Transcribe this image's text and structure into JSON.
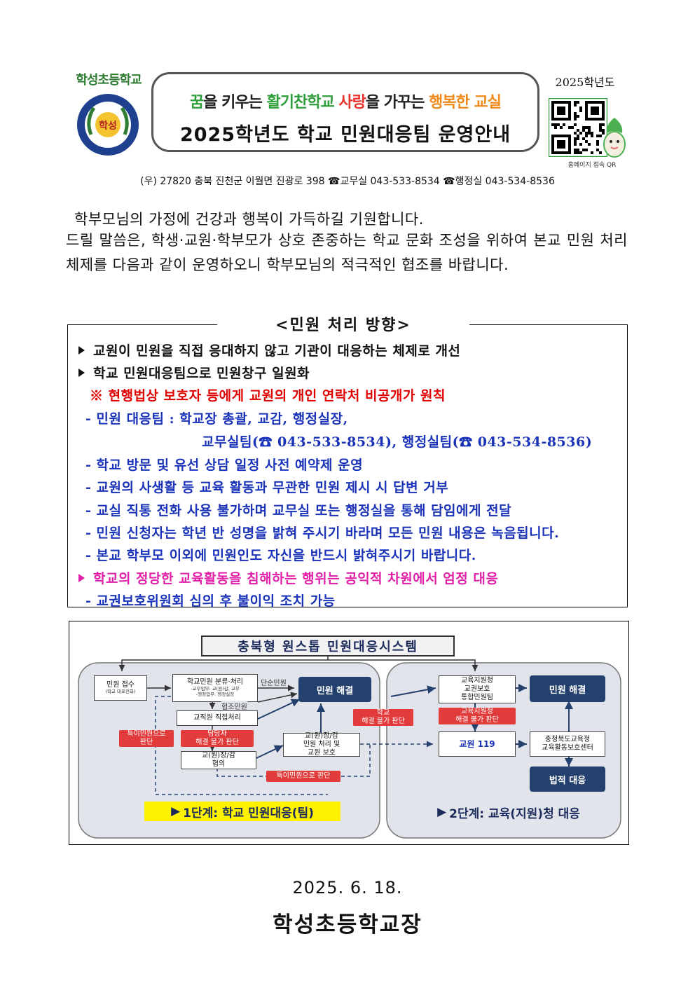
{
  "header": {
    "school_name": "학성초등학교",
    "emblem_center": "학성",
    "slogan": [
      {
        "text": "꿈",
        "color": "#2e9e3a"
      },
      {
        "text": "을 키우는 ",
        "color": "#222222"
      },
      {
        "text": "활기찬학교 ",
        "color": "#2e9e3a"
      },
      {
        "text": "사랑",
        "color": "#e8332a"
      },
      {
        "text": "을 가꾸는 ",
        "color": "#222222"
      },
      {
        "text": "행복한 교실",
        "color": "#f08a1c"
      }
    ],
    "title": "2025학년도 학교 민원대응팀 운영안내",
    "year_label": "2025학년도",
    "qr_caption": "홈페이지 접속 QR",
    "address": "(우) 27820 충북 진천군 이월면 진광로 398 ☎교무실 043-533-8534 ☎행정실 043-534-8536"
  },
  "intro": {
    "line1": "학부모님의 가정에 건강과 행복이 가득하길 기원합니다.",
    "rest": "드릴 말씀은, 학생·교원·학부모가 상호 존중하는 학교 문화 조성을 위하여 본교 민원 처리 체제를 다음과 같이 운영하오니 학부모님의 적극적인 협조를 바랍니다."
  },
  "policy": {
    "heading": "<민원 처리 방향>",
    "lines": [
      {
        "text": "교원이 민원을 직접 응대하지 않고 기관이 대응하는 체제로 개선",
        "color": "black",
        "bullet": true
      },
      {
        "text": "학교 민원대응팀으로 민원창구 일원화",
        "color": "black",
        "bullet": true
      },
      {
        "text": "※ 현행법상 보호자 등에게 교원의 개인 연락처 비공개가 원칙",
        "color": "red",
        "bullet": false
      },
      {
        "text": "- 민원 대응팀 : 학교장 총괄, 교감, 행정실장,",
        "color": "blue",
        "bullet": false
      },
      {
        "text": "교무실팀(☎ 043-533-8534), 행정실팀(☎ 043-534-8536)",
        "color": "blue",
        "bullet": false
      },
      {
        "text": "- 학교 방문 및 유선 상담 일정 사전 예약제 운영",
        "color": "blue",
        "bullet": false
      },
      {
        "text": "- 교원의 사생활 등 교육 활동과 무관한 민원 제시 시 답변 거부",
        "color": "blue",
        "bullet": false
      },
      {
        "text": "- 교실 직통 전화 사용 불가하며 교무실 또는 행정실을 통해 담임에게 전달",
        "color": "blue",
        "bullet": false
      },
      {
        "text": "- 민원 신청자는 학년 반 성명을 밝혀 주시기 바라며 모든 민원 내용은 녹음됩니다.",
        "color": "blue",
        "bullet": false
      },
      {
        "text": "- 본교 학부모 이외에 민원인도 자신을 반드시 밝혀주시기 바랍니다.",
        "color": "blue",
        "bullet": false
      },
      {
        "text": "학교의 정당한 교육활동을 침해하는 행위는 공익적 차원에서 엄정 대응",
        "color": "mag",
        "bullet": true
      },
      {
        "text": "- 교권보호위원회 심의 후 불이익 조치 가능",
        "color": "blue",
        "bullet": false
      }
    ]
  },
  "flow": {
    "title": "충북형 원스톱 민원대응시스템",
    "intake": "민원 접수",
    "intake_sub": "(학교 대표전화)",
    "classify": "학교민원 분류·처리",
    "classify_sub1": "-교무업무: 교(원)감, 교무",
    "classify_sub2": "-행정업무: 행정실장",
    "staff_direct": "교직원 직접처리",
    "principal_meeting_1": "교(원)장/감",
    "principal_meeting_2": "협의",
    "principal_protect_1": "교(원)장/감",
    "principal_protect_2": "민원 처리 및",
    "principal_protect_3": "교원 보호",
    "resolve_1": "민원 해결",
    "simple_label": "단순민원",
    "coop_label": "협조민원",
    "special_judge_1": "특이민원으로",
    "special_judge_2": "판단",
    "staff_unable_1": "담당자",
    "staff_unable_2": "해결 불가 판단",
    "special_judge_bottom": "특이민원으로 판단",
    "school_unable_1": "학교",
    "school_unable_2": "해결 불가 판단",
    "office_1": "교육지원청",
    "office_2": "교권보호",
    "office_3": "통합민원팀",
    "office_unable_1": "교육지원청",
    "office_unable_2": "해결 불가 판단",
    "teacher119": "교원 119",
    "resolve_2": "민원 해결",
    "center_1": "충청북도교육청",
    "center_2": "교육활동보호센터",
    "legal": "법적 대응",
    "stage1": "1단계: 학교 민원대응(팀)",
    "stage2": "2단계: 교육(지원)청 대응"
  },
  "footer": {
    "date": "2025. 6. 18.",
    "signature": "학성초등학교장"
  },
  "colors": {
    "navy": "#24406e",
    "red_box": "#e23b3b",
    "panel": "#e1e4ea",
    "stage_yellow": "#fff200"
  }
}
